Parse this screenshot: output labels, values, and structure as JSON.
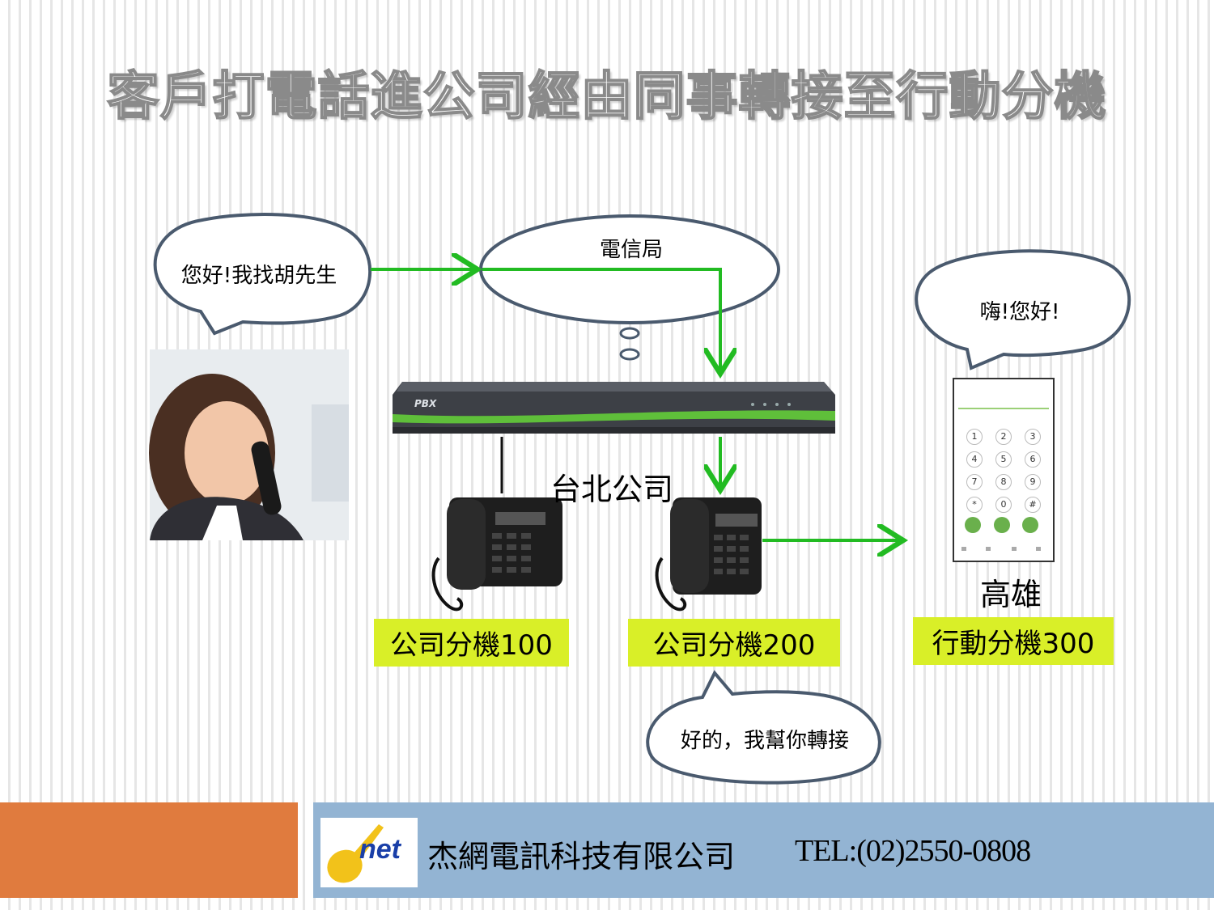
{
  "title": "客戶打電話進公司經由同事轉接至行動分機",
  "bubbles": {
    "customer": "您好!我找胡先生",
    "telecom": "電信局",
    "mobile": "嗨!您好!",
    "colleague": "好的，我幫你轉接"
  },
  "pbx": {
    "brand": "PBX",
    "location": "台北公司"
  },
  "extensions": {
    "ext100": "公司分機100",
    "ext200": "公司分機200",
    "ext300": "行動分機300"
  },
  "mobile_location": "高雄",
  "dialpad": [
    "1",
    "2",
    "3",
    "4",
    "5",
    "6",
    "7",
    "8",
    "9",
    "*",
    "0",
    "#"
  ],
  "footer": {
    "logo_text": "net",
    "company": "杰網電訊科技有限公司",
    "tel": "TEL:(02)2550-0808"
  },
  "colors": {
    "arrow": "#22bb22",
    "label_bg": "#d9ef28",
    "bubble_stroke": "#4a5a6e",
    "footer_orange": "#e07b3e",
    "footer_blue": "#93b4d3"
  }
}
